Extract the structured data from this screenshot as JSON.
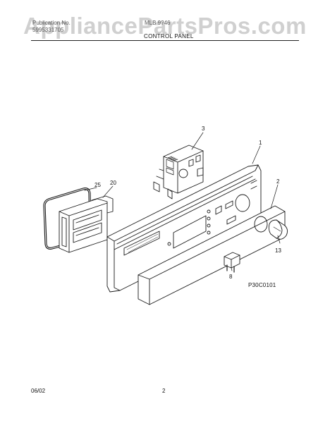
{
  "watermark": "AppliancePartsPros.com",
  "header": {
    "left_line1": "Publication No.",
    "left_line2": "5995331705",
    "right": "MLB 9?46",
    "title": "CONTROL PANEL"
  },
  "callouts": {
    "c1": "1",
    "c2": "2",
    "c3": "3",
    "c8": "8",
    "c13": "13",
    "c20": "20",
    "c25": "25"
  },
  "drawing_id": "P30C0101",
  "footer": {
    "date": "06/02",
    "page": "2"
  }
}
